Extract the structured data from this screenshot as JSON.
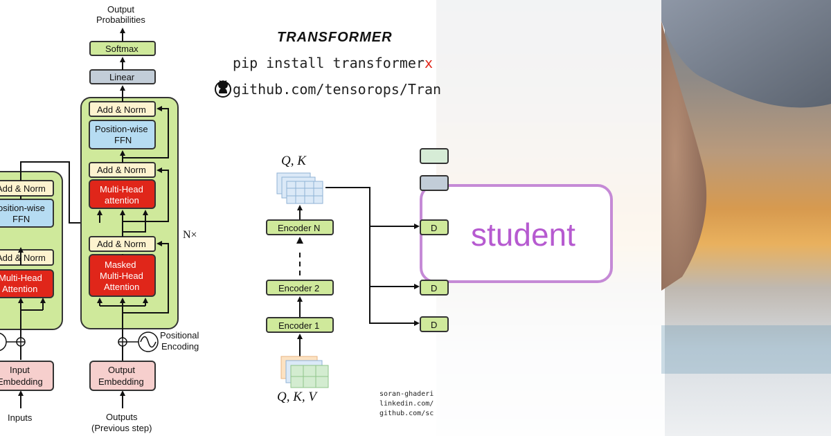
{
  "transformer_diagram": {
    "output_probabilities": [
      "Output",
      "Probabilities"
    ],
    "softmax": "Softmax",
    "linear": "Linear",
    "add_norm": "Add & Norm",
    "ffn": [
      "Position-wise",
      "FFN"
    ],
    "ffn_left": [
      "osition-wise",
      "FFN"
    ],
    "mha": [
      "Multi-Head",
      "attention"
    ],
    "masked_mha": [
      "Masked",
      "Multi-Head",
      "Attention"
    ],
    "left_mha": [
      "Multi-Head",
      "Attention"
    ],
    "left_add_norm": "Add & Norm",
    "nx": "N×",
    "positional_encoding": [
      "Positional",
      "Encoding"
    ],
    "input_embedding": [
      "Input",
      "Embedding"
    ],
    "output_embedding": [
      "Output",
      "Embedding"
    ],
    "inputs": "Inputs",
    "outputs": [
      "Outputs",
      "(Previous step)"
    ]
  },
  "banner": {
    "title": "TRANSFORMER",
    "pip_prefix": "pip install transformer",
    "pip_suffix": "x",
    "github": "github.com/tensorops/Tran"
  },
  "encoder_diagram": {
    "qk_label": "Q, K",
    "qkv_label": "Q, K, V",
    "encoder_n": "Encoder N",
    "encoder_2": "Encoder 2",
    "encoder_1": "Encoder 1",
    "decoder_label": "D",
    "footer": [
      "soran-ghaderi",
      "linkedin.com/",
      "github.com/sc"
    ]
  },
  "photo_overlay": {
    "tag": "student"
  },
  "colors": {
    "green_block": "#cfe99b",
    "red_block": "#e0261a",
    "blue_block": "#b6dcf2",
    "yellow_block": "#fdf3cf",
    "pink_block": "#f6cfcd",
    "slate_block": "#c2cdd8",
    "accent_purple": "#b65ad0",
    "accent_red": "#e0261a"
  }
}
